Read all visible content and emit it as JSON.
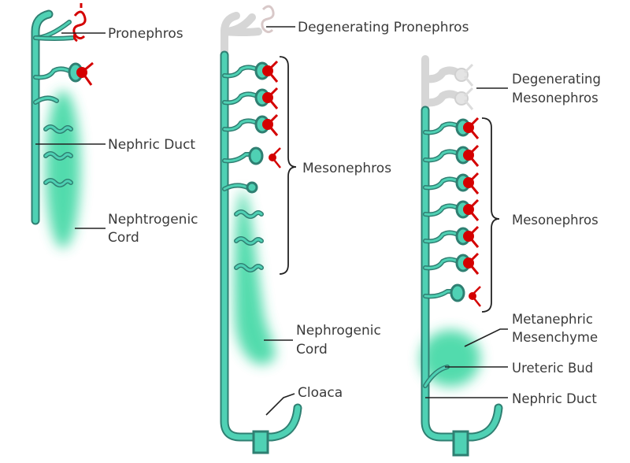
{
  "labels": {
    "pronephros": "Pronephros",
    "nephric_duct_1": "Nephric Duct",
    "nephtrogenic_1": "Nephtrogenic",
    "cord_1": "Cord",
    "degenerating_pronephros": "Degenerating Pronephros",
    "mesonephros_2": "Mesonephros",
    "nephrogenic_2": "Nephrogenic",
    "cord_2": "Cord",
    "cloaca": "Cloaca",
    "degenerating_1": "Degenerating",
    "mesonephros_deg": "Mesonephros",
    "mesonephros_3": "Mesonephros",
    "metanephric": "Metanephric",
    "mesenchyme": "Mesenchyme",
    "ureteric_bud": "Ureteric Bud",
    "nephric_duct_3": "Nephric Duct"
  },
  "colors": {
    "tubule_fill": "#4fd1b4",
    "tubule_outline": "#2f7f72",
    "cord_green": "#35d59f",
    "glomerulus_red": "#d40000",
    "degenerated_grey": "#d6d6d6"
  }
}
